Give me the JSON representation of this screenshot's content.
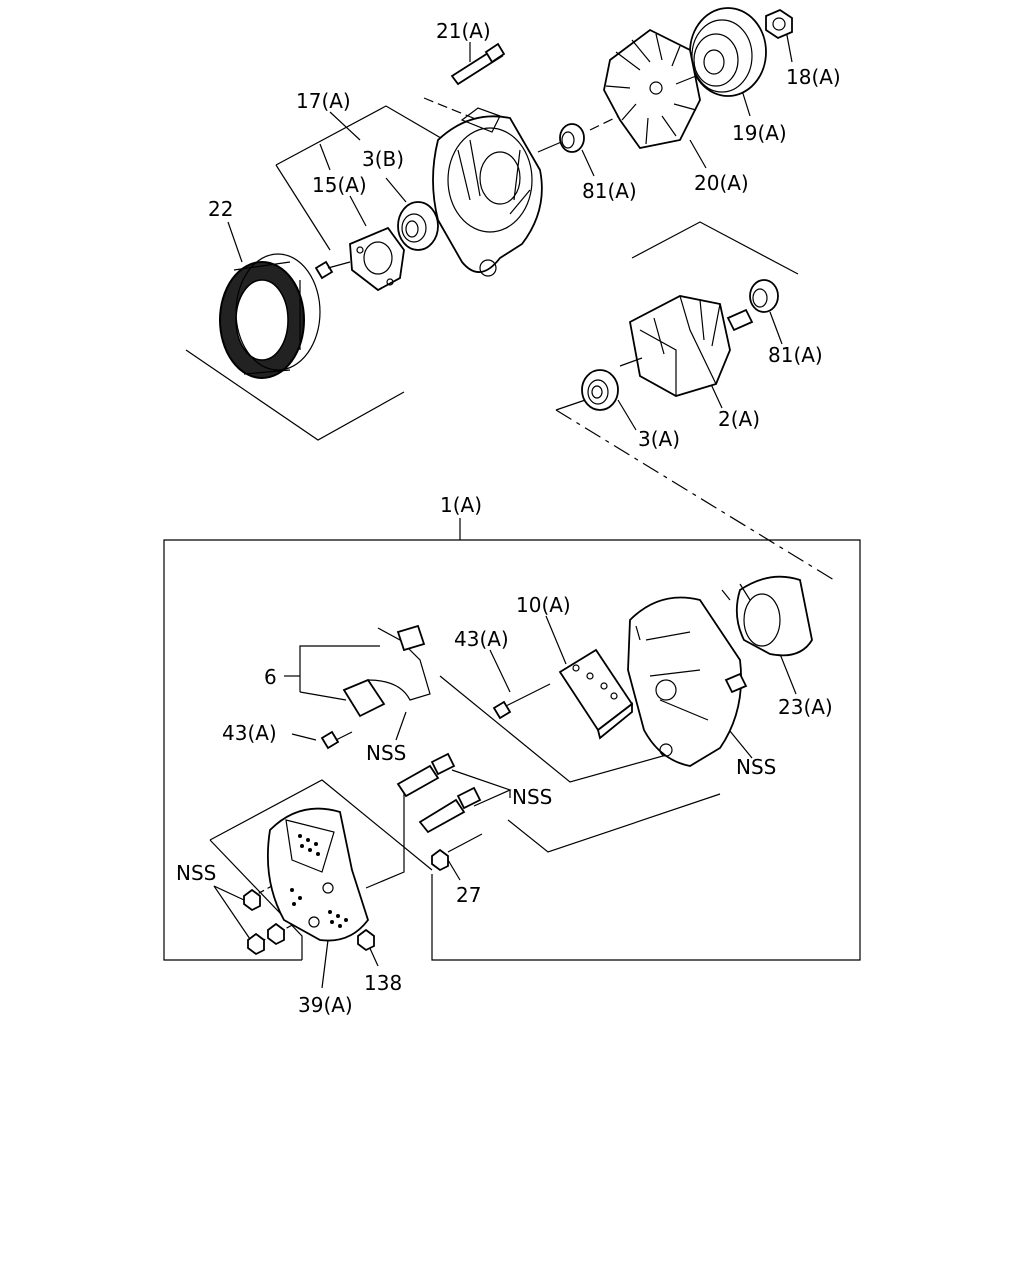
{
  "colors": {
    "line": "#000000",
    "background": "#ffffff"
  },
  "labels": {
    "l21a": "21(A)",
    "l18a": "18(A)",
    "l17a": "17(A)",
    "l3b": "3(B)",
    "l19a": "19(A)",
    "l15a": "15(A)",
    "l22": "22",
    "l81a_top": "81(A)",
    "l20a": "20(A)",
    "l81a_mid": "81(A)",
    "l2a": "2(A)",
    "l3a": "3(A)",
    "l1a": "1(A)",
    "l10a": "10(A)",
    "l43a_top": "43(A)",
    "l6": "6",
    "l43a_left": "43(A)",
    "l23a": "23(A)",
    "lnss_1": "NSS",
    "lnss_2": "NSS",
    "lnss_3": "NSS",
    "lnss_4": "NSS",
    "l27": "27",
    "l138": "138",
    "l39a": "39(A)"
  }
}
